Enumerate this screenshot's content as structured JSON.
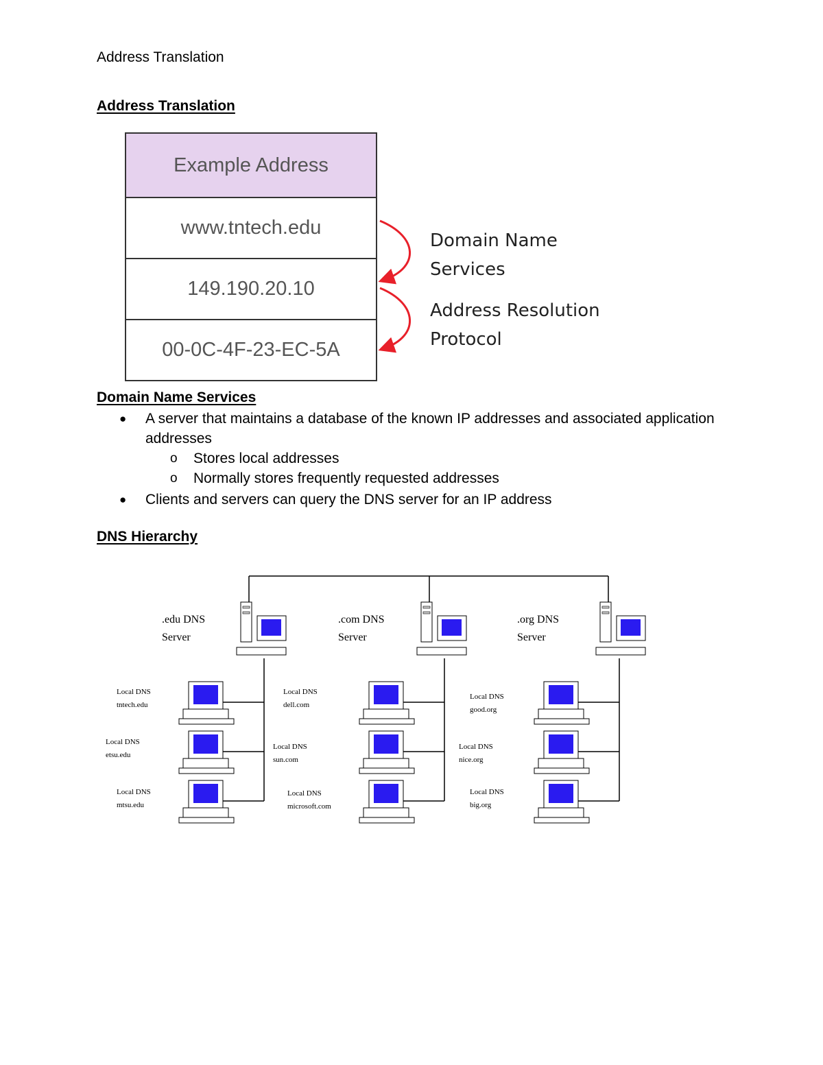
{
  "doc_title": "Address Translation",
  "headings": {
    "address_translation": "Address Translation",
    "domain_name_services": "Domain Name Services",
    "dns_hierarchy": "DNS Hierarchy"
  },
  "address_table": {
    "header": "Example Address",
    "rows": [
      "www.tntech.edu",
      "149.190.20.10",
      "00-0C-4F-23-EC-5A"
    ]
  },
  "protocols": {
    "dns_line1": "Domain Name",
    "dns_line2": "Services",
    "arp_line1": "Address Resolution",
    "arp_line2": "Protocol"
  },
  "bullets": {
    "b1": "A server that maintains a database of the known IP addresses and associated application addresses",
    "b1_sub1": "Stores local addresses",
    "b1_sub2": "Normally stores frequently requested addresses",
    "b2": "Clients and servers can query the DNS server for an IP address"
  },
  "diagram": {
    "servers": [
      {
        "line1": ".edu DNS",
        "line2": "Server"
      },
      {
        "line1": ".com DNS",
        "line2": "Server"
      },
      {
        "line1": ".org DNS",
        "line2": "Server"
      }
    ],
    "locals": [
      {
        "line1": "Local DNS",
        "line2": "tntech.edu"
      },
      {
        "line1": "Local DNS",
        "line2": "etsu.edu"
      },
      {
        "line1": "Local DNS",
        "line2": "mtsu.edu"
      },
      {
        "line1": "Local DNS",
        "line2": "dell.com"
      },
      {
        "line1": "Local DNS",
        "line2": "sun.com"
      },
      {
        "line1": "Local DNS",
        "line2": "microsoft.com"
      },
      {
        "line1": "Local DNS",
        "line2": "good.org"
      },
      {
        "line1": "Local DNS",
        "line2": "nice.org"
      },
      {
        "line1": "Local DNS",
        "line2": "big.org"
      }
    ],
    "colors": {
      "screen": "#2a1bf0",
      "arrow": "#e8202a",
      "header_fill": "#e6d2ee"
    }
  }
}
